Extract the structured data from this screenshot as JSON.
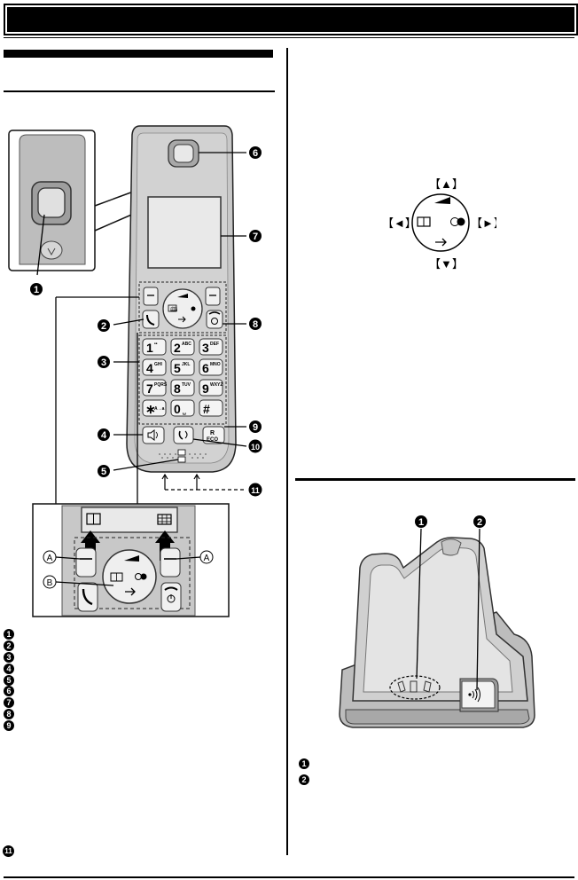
{
  "callouts": {
    "n1": "1",
    "n2": "2",
    "n3": "3",
    "n4": "4",
    "n5": "5",
    "n6": "6",
    "n7": "7",
    "n8": "8",
    "n9": "9",
    "n10": "10",
    "n11": "11",
    "a": "A",
    "b": "B"
  },
  "keypad": {
    "k1": "1",
    "k1_sub": "••",
    "k2": "2",
    "k2_sub": "ABC",
    "k3": "3",
    "k3_sub": "DEF",
    "k4": "4",
    "k4_sub": "GHI",
    "k5": "5",
    "k5_sub": "JKL",
    "k6": "6",
    "k6_sub": "MNO",
    "k7": "7",
    "k7_sub": "PQRS",
    "k8": "8",
    "k8_sub": "TUV",
    "k9": "9",
    "k9_sub": "WXYZ",
    "kstar": "∗",
    "kstar_sub": "A→a",
    "k0": "0",
    "k0_sub": "␣",
    "khash": "#",
    "r_label": "R",
    "eco_label": "ECO"
  },
  "nav_key": {
    "up": "【▲】",
    "down": "【▼】",
    "left": "【◄】",
    "right": "【►】"
  },
  "legend_left": [
    "1",
    "2",
    "3",
    "4",
    "5",
    "6",
    "7",
    "8",
    "9"
  ],
  "legend_left_last": "11",
  "legend_right": [
    "1",
    "2"
  ]
}
